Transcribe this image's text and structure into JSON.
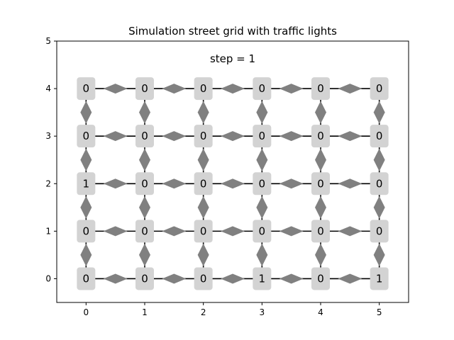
{
  "chart_data": {
    "type": "scatter",
    "title": "Simulation street grid with traffic lights",
    "annotation": "step = 1",
    "xlim": [
      -0.5,
      5.5
    ],
    "ylim": [
      -0.5,
      5
    ],
    "x_ticks": [
      "0",
      "1",
      "2",
      "3",
      "4",
      "5"
    ],
    "y_ticks": [
      "0",
      "1",
      "2",
      "3",
      "4",
      "5"
    ],
    "grid": false,
    "nodes": [
      {
        "x": 0,
        "y": 4,
        "label": "0"
      },
      {
        "x": 1,
        "y": 4,
        "label": "0"
      },
      {
        "x": 2,
        "y": 4,
        "label": "0"
      },
      {
        "x": 3,
        "y": 4,
        "label": "0"
      },
      {
        "x": 4,
        "y": 4,
        "label": "0"
      },
      {
        "x": 5,
        "y": 4,
        "label": "0"
      },
      {
        "x": 0,
        "y": 3,
        "label": "0"
      },
      {
        "x": 1,
        "y": 3,
        "label": "0"
      },
      {
        "x": 2,
        "y": 3,
        "label": "0"
      },
      {
        "x": 3,
        "y": 3,
        "label": "0"
      },
      {
        "x": 4,
        "y": 3,
        "label": "0"
      },
      {
        "x": 5,
        "y": 3,
        "label": "0"
      },
      {
        "x": 0,
        "y": 2,
        "label": "1"
      },
      {
        "x": 1,
        "y": 2,
        "label": "0"
      },
      {
        "x": 2,
        "y": 2,
        "label": "0"
      },
      {
        "x": 3,
        "y": 2,
        "label": "0"
      },
      {
        "x": 4,
        "y": 2,
        "label": "0"
      },
      {
        "x": 5,
        "y": 2,
        "label": "0"
      },
      {
        "x": 0,
        "y": 1,
        "label": "0"
      },
      {
        "x": 1,
        "y": 1,
        "label": "0"
      },
      {
        "x": 2,
        "y": 1,
        "label": "0"
      },
      {
        "x": 3,
        "y": 1,
        "label": "0"
      },
      {
        "x": 4,
        "y": 1,
        "label": "0"
      },
      {
        "x": 5,
        "y": 1,
        "label": "0"
      },
      {
        "x": 0,
        "y": 0,
        "label": "0"
      },
      {
        "x": 1,
        "y": 0,
        "label": "0"
      },
      {
        "x": 2,
        "y": 0,
        "label": "0"
      },
      {
        "x": 3,
        "y": 0,
        "label": "1"
      },
      {
        "x": 4,
        "y": 0,
        "label": "0"
      },
      {
        "x": 5,
        "y": 0,
        "label": "1"
      }
    ],
    "grid_size": {
      "cols": 6,
      "rows": 5
    },
    "colors": {
      "node_fill": "#d3d3d3",
      "edge": "#000000",
      "light": "#808080",
      "axes": "#000000"
    }
  }
}
